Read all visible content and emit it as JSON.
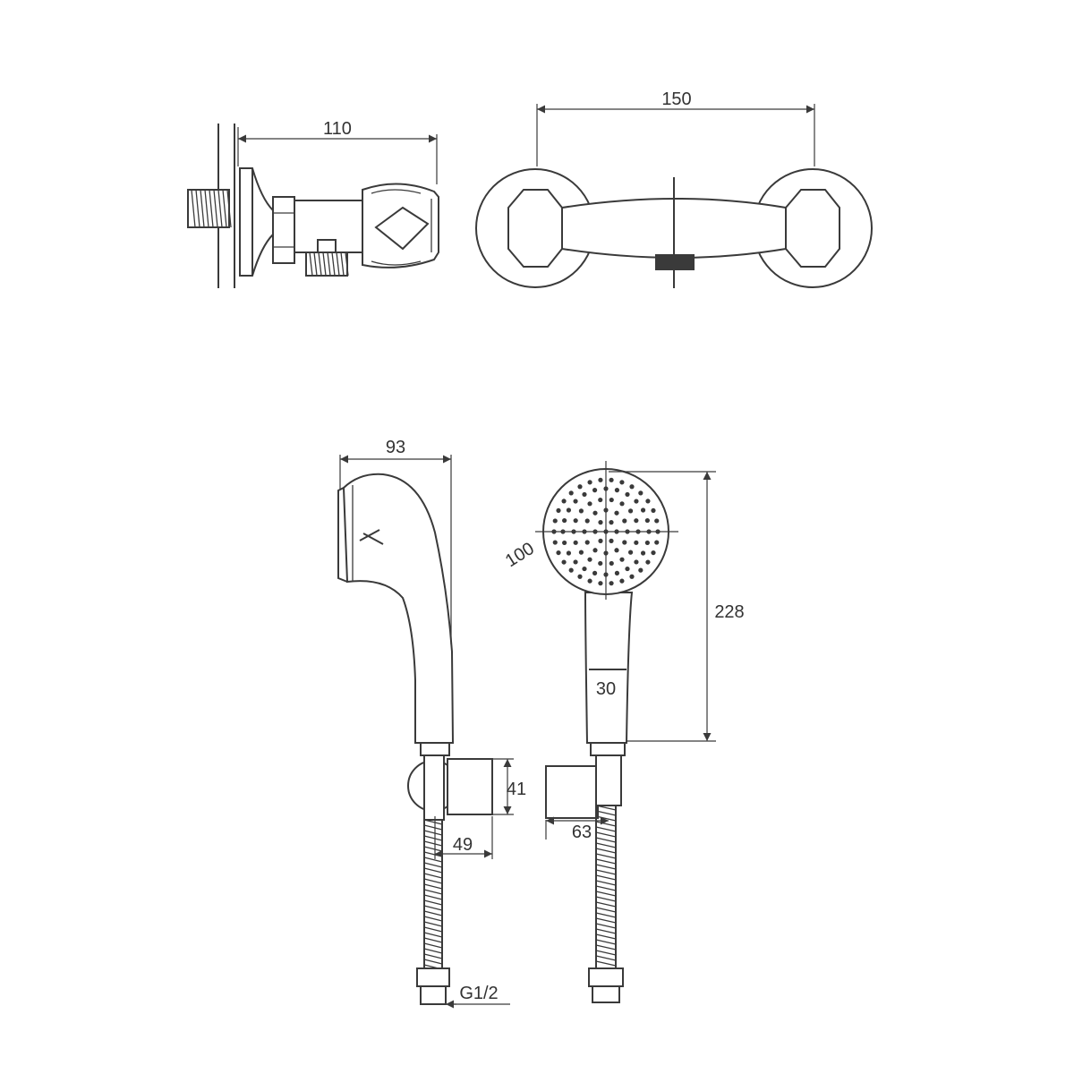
{
  "dimensions": {
    "mixer_depth": "110",
    "mixer_centers": "150",
    "handshower_depth": "93",
    "handshower_head_diameter": "100",
    "handshower_length": "228",
    "handle_width": "30",
    "holder_height": "41",
    "holder_depth": "49",
    "holder_width": "63",
    "hose_thread": "G1/2"
  },
  "colors": {
    "line": "#3a3a3a",
    "background": "#ffffff"
  }
}
